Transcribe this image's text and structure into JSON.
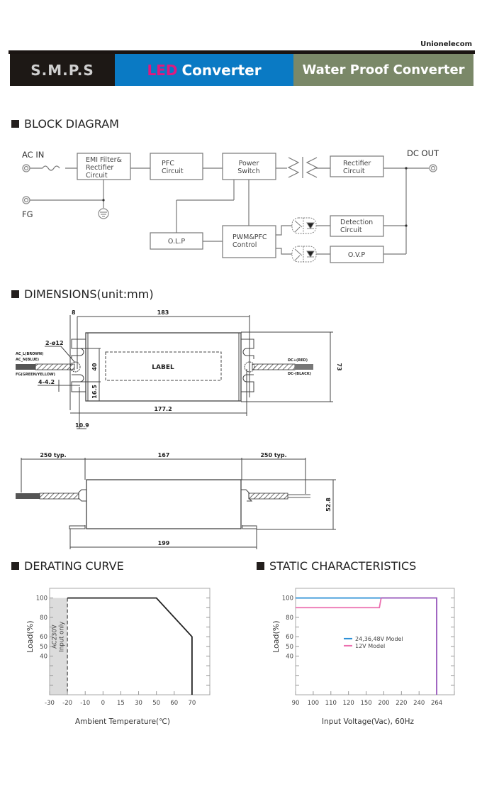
{
  "header": {
    "brand": "Unionelecom",
    "tabs": [
      {
        "label": "S.M.P.S"
      },
      {
        "label_prefix": "LED",
        "label": "Converter"
      },
      {
        "label": "Water Proof Converter"
      }
    ],
    "colors": {
      "smps": "#1d1815",
      "led": "#0a7ac4",
      "led_prefix": "#e0197e",
      "waterproof": "#7a8868"
    }
  },
  "sections": {
    "block_diagram": "BLOCK DIAGRAM",
    "dimensions": "DIMENSIONS(unit:mm)",
    "derating": "DERATING CURVE",
    "static": "STATIC CHARACTERISTICS"
  },
  "block_diagram": {
    "labels": {
      "ac_in": "AC IN",
      "fg": "FG",
      "dc_out": "DC OUT"
    },
    "blocks": {
      "emi": [
        "EMI Filter&",
        "Rectifier",
        "Circuit"
      ],
      "pfc": [
        "PFC",
        "Circuit"
      ],
      "power_switch": [
        "Power",
        "Switch"
      ],
      "rectifier": [
        "Rectifier",
        "Circuit"
      ],
      "olp": [
        "O.L.P"
      ],
      "pwm": [
        "PWM&PFC",
        "Control"
      ],
      "detection": [
        "Detection",
        "Circuit"
      ],
      "ovp": [
        "O.V.P"
      ]
    }
  },
  "dimensions": {
    "top_view": {
      "dim_8": "8",
      "dim_183": "183",
      "dim_177_2": "177.2",
      "dim_10_9": "10.9",
      "dim_40": "40",
      "dim_16_5": "16.5",
      "dim_73": "73",
      "hole_2": "2-ø12",
      "hole_4": "4-4.2",
      "label": "LABEL",
      "wires_left": [
        "AC_L(BROWN)",
        "AC_N(BLUE)",
        "FG(GREEN/YELLOW)"
      ],
      "wires_right": [
        "DC+(RED)",
        "DC-(BLACK)"
      ]
    },
    "side_view": {
      "dim_250_left": "250 typ.",
      "dim_167": "167",
      "dim_250_right": "250 typ.",
      "dim_199": "199",
      "dim_52_8": "52.8"
    }
  },
  "chart_data": [
    {
      "type": "line",
      "title": "DERATING CURVE",
      "xlabel": "Ambient Temperature(℃)",
      "ylabel": "Load(%)",
      "x_ticks": [
        "-30",
        "-20",
        "-10",
        "0",
        "15",
        "30",
        "50",
        "60",
        "70"
      ],
      "x_scale": "categorical-evenly-spaced",
      "y_ticks": [
        100,
        80,
        60,
        50,
        40
      ],
      "ylim": [
        0,
        110
      ],
      "grid": false,
      "shaded_region": {
        "x_from": "-30",
        "x_to": "-20",
        "label": [
          "AC230V",
          "Input only"
        ]
      },
      "series": [
        {
          "name": "Load",
          "points": [
            [
              "-20",
              100
            ],
            [
              "50",
              100
            ],
            [
              "70",
              60
            ],
            [
              "70",
              0
            ]
          ],
          "color": "#222222"
        }
      ]
    },
    {
      "type": "line",
      "title": "STATIC CHARACTERISTICS",
      "xlabel": "Input Voltage(Vac), 60Hz",
      "ylabel": "Load(%)",
      "x_ticks": [
        "90",
        "100",
        "110",
        "120",
        "150",
        "200",
        "220",
        "240",
        "264"
      ],
      "x_scale": "categorical-evenly-spaced",
      "y_ticks": [
        100,
        80,
        60,
        50,
        40
      ],
      "ylim": [
        0,
        110
      ],
      "grid": false,
      "legend": "center",
      "series": [
        {
          "name": "24,36,48V Model",
          "color": "#2a8fd6",
          "points": [
            [
              0,
              100
            ],
            [
              8,
              100
            ],
            [
              8,
              0
            ]
          ]
        },
        {
          "name": "12V Model",
          "color": "#ec6fb0",
          "points": [
            [
              0,
              90
            ],
            [
              4.75,
              90
            ],
            [
              4.85,
              100
            ],
            [
              8,
              100
            ],
            [
              8,
              0
            ]
          ]
        }
      ],
      "overlap_color": "#9b5fc0",
      "note": "x positions given as tick index (90=0 ... 264=8); 12V jump occurs just below 200V"
    }
  ]
}
